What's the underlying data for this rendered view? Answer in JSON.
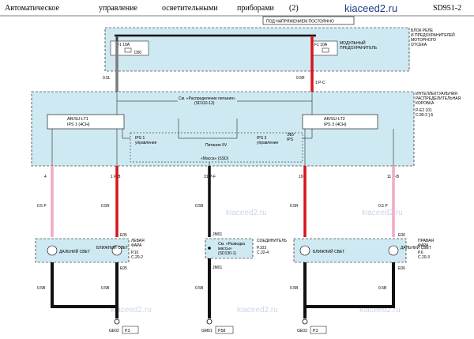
{
  "header": {
    "title_words": [
      "Автоматическое",
      "управление",
      "осветительными",
      "приборами",
      "(2)"
    ],
    "site": "kiaceed2.ru",
    "code": "SD951-2"
  },
  "watermark": "kiaceed2.ru",
  "top_note": "ПОД НАПРЯЖЕНИЕМ ПОСТОЯННО",
  "relay_box": {
    "label": [
      "БЛОК РЕЛЕ",
      "И ПРЕДОХРАНИТЕЛЕЙ",
      "МОТОРНОГО",
      "ОТСЕКА"
    ],
    "fuse_left": {
      "id": "F1 10A",
      "sub": "D50"
    },
    "fuse_right": {
      "id": "F1 10A"
    },
    "fuse_label": [
      "МОДУЛЬНЫЙ",
      "ПРЕДОХРАНИТЕЛЬ"
    ]
  },
  "junction": {
    "label": [
      "ИНТЕЛЛЕКТУАЛЬНАЯ",
      "РАСПРЕДЕЛИТЕЛЬНАЯ",
      "КОРОБКА"
    ],
    "ref": [
      "Р-Е2 101",
      "С.80-2 ]-5"
    ],
    "note": [
      "См. «Распределение питания»",
      "(SD110-13)"
    ],
    "ips_left": [
      "AR/SU-LT1",
      "IPS 1 (4CH)"
    ],
    "ips_right": [
      "AR/SU-LT2",
      "IPS 3 (4CH)"
    ],
    "ctrl_left": [
      "IPS 1",
      "управление"
    ],
    "ctrl_right": [
      "IPS 3",
      "управление"
    ],
    "ecu": [
      "ЭБУ",
      "IPS"
    ],
    "supply": "Питание 5V",
    "ground": "«Масса» (SSD)"
  },
  "wires": {
    "left_top": "0.5L",
    "right_top": "0.5R",
    "right_pin": "1 P-C",
    "pin_d1": "4",
    "pin_d2": "1 P-B",
    "pin_d3": "31 P-F",
    "pin_d4": "19",
    "pin_d5": "11 P-B",
    "mid_c1": "0.5 P",
    "mid_c2": "0.5R",
    "mid_c3": "0.5B",
    "mid_c4": "0.5R",
    "mid_c5": "0.5 P",
    "bot_c1": "0.5B",
    "bot_c2": "0.5B",
    "bot_c3": "0.5B",
    "bot_c4": "0.5B",
    "bot_c5": "0.5B"
  },
  "left_lamp": {
    "label": [
      "ЛЕВАЯ",
      "ФАРА"
    ],
    "ref": [
      "Р.10",
      "С.20-2"
    ],
    "far": "ДАЛЬНИЙ СВЕТ",
    "near": "БЛИЖНИЙ СВЕТ",
    "connector": "E05"
  },
  "splice": {
    "label": [
      "СОЕДИНИТЕЛЬ"
    ],
    "ref": [
      "Р.103",
      "С.32-4"
    ],
    "note": [
      "См. «Разводка",
      "массы»",
      "(SD130-1)"
    ],
    "pin": "JM01"
  },
  "right_lamp": {
    "label": [
      "ПРАВАЯ",
      "ФАРА"
    ],
    "ref": [
      "Р.6",
      "С.20-3"
    ],
    "near": "БЛИЖНИЙ СВЕТ",
    "far": "ДАЛЬНИЙ СВЕТ",
    "connector": "E06"
  },
  "grounds": [
    {
      "id": "GE02",
      "ref": "Р.3"
    },
    {
      "id": "GM01",
      "ref": "Р.58"
    },
    {
      "id": "GE03",
      "ref": "Р.3"
    }
  ],
  "colors": {
    "box_fill": "#cfe9f2",
    "wire_red": "#d8141b",
    "wire_pink": "#f2a9c4",
    "wire_black": "#111111",
    "wire_gray": "#7b7b7b",
    "bus_black": "#000000"
  }
}
